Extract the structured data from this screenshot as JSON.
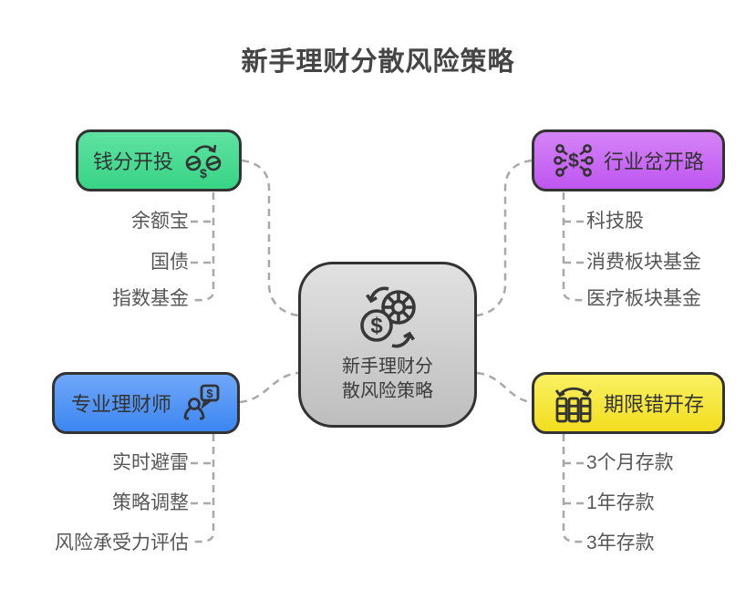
{
  "title": "新手理财分散风险策略",
  "colors": {
    "connector": "#a8a8a8",
    "node_border": "#333333",
    "child_text": "#575757",
    "title_text": "#454545",
    "icon_stroke": "#383838"
  },
  "center": {
    "label_lines": [
      "新手理财分",
      "散风险策略"
    ],
    "icon": "coin-rotation-icon",
    "color_top": "#e1e1e1",
    "color_bottom": "#bebebe"
  },
  "branches": [
    {
      "label": "钱分开投",
      "icon": "money-transfer-icon",
      "color_top": "#5fe2a2",
      "color_bottom": "#38d485",
      "children": [
        "余额宝",
        "国债",
        "指数基金"
      ]
    },
    {
      "label": "行业岔开路",
      "icon": "sector-branch-icon",
      "color_top": "#d584f7",
      "color_bottom": "#be55f0",
      "children": [
        "科技股",
        "消费板块基金",
        "医疗板块基金"
      ]
    },
    {
      "label": "专业理财师",
      "icon": "advisor-chat-icon",
      "color_top": "#6fa7f8",
      "color_bottom": "#3c86f2",
      "children": [
        "实时避雷",
        "策略调整",
        "风险承受力评估"
      ]
    },
    {
      "label": "期限错开存",
      "icon": "staggered-deposit-icon",
      "color_top": "#faf163",
      "color_bottom": "#f2dd1e",
      "children": [
        "3个月存款",
        "1年存款",
        "3年存款"
      ]
    }
  ]
}
